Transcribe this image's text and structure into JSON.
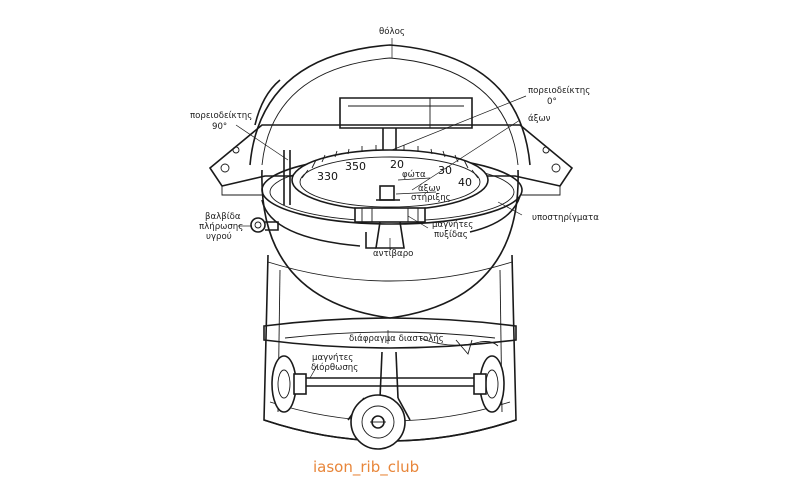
{
  "labels": {
    "tholos": "θόλος",
    "heading_0_line1": "πορειοδείκτης",
    "heading_0_line2": "0°",
    "heading_90_line1": "πορειοδείκτης",
    "heading_90_line2": "90°",
    "axes": "άξων",
    "lights": "φώτα",
    "pivot_line1": "άξων",
    "pivot_line2": "στήριξης",
    "supports": "υποστηρίγματα",
    "valve_line1": "βαλβίδα",
    "valve_line2": "πλήρωσης",
    "valve_line3": "υγρού",
    "compass_magnets_line1": "μαγνήτες",
    "compass_magnets_line2": "πυξίδας",
    "counterweight": "αντίβαρο",
    "diaphragm": "διάφραγμα διαστολής",
    "correction_magnets_line1": "μαγνήτες",
    "correction_magnets_line2": "διόρθωσης"
  },
  "card_scale": [
    "330",
    "350",
    "20",
    "30",
    "40"
  ],
  "watermark": "iason_rib_club"
}
